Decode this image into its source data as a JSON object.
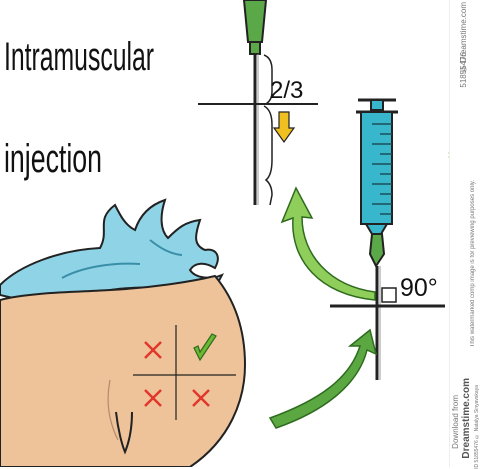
{
  "title": {
    "line1": "Intramuscular",
    "line2": "injection"
  },
  "fraction_label": "2/3",
  "angle_label": "90°",
  "stock": {
    "id": "51855476",
    "copyright": "© Dreamstime.com",
    "download_from": "Download from",
    "site": "Dreamstime.com",
    "notice": "This watermarked comp image is for previewing purposes only.",
    "credit": "ID 51855476 © Natalya Sinyavskaya"
  },
  "colors": {
    "skin": "#eec39a",
    "cloth": "#8fd3e6",
    "syringe": "#38b7cc",
    "needle_hub": "#5ba848",
    "arrow": "#6cb832",
    "mark": "#e0372a",
    "depth_arrow": "#f0c020"
  }
}
